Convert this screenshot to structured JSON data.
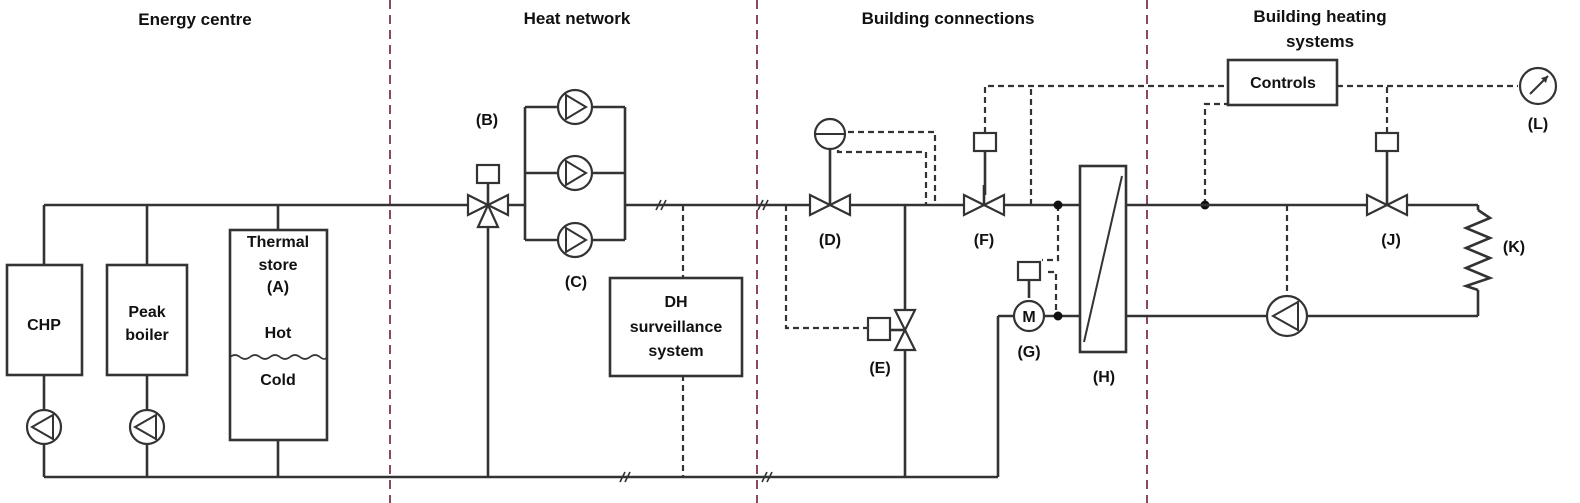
{
  "sections": {
    "energy_centre": "Energy centre",
    "heat_network": "Heat network",
    "building_connections": "Building connections",
    "building_heating_line1": "Building heating",
    "building_heating_line2": "systems"
  },
  "components": {
    "chp": "CHP",
    "peak_boiler_line1": "Peak",
    "peak_boiler_line2": "boiler",
    "thermal_store_line1": "Thermal",
    "thermal_store_line2": "store",
    "thermal_store_tag": "(A)",
    "hot": "Hot",
    "cold": "Cold",
    "dh_line1": "DH",
    "dh_line2": "surveillance",
    "dh_line3": "system",
    "controls": "Controls",
    "motor": "M"
  },
  "tags": {
    "b": "(B)",
    "c": "(C)",
    "d": "(D)",
    "e": "(E)",
    "f": "(F)",
    "g": "(G)",
    "h": "(H)",
    "j": "(J)",
    "k": "(K)",
    "l": "(L)"
  }
}
